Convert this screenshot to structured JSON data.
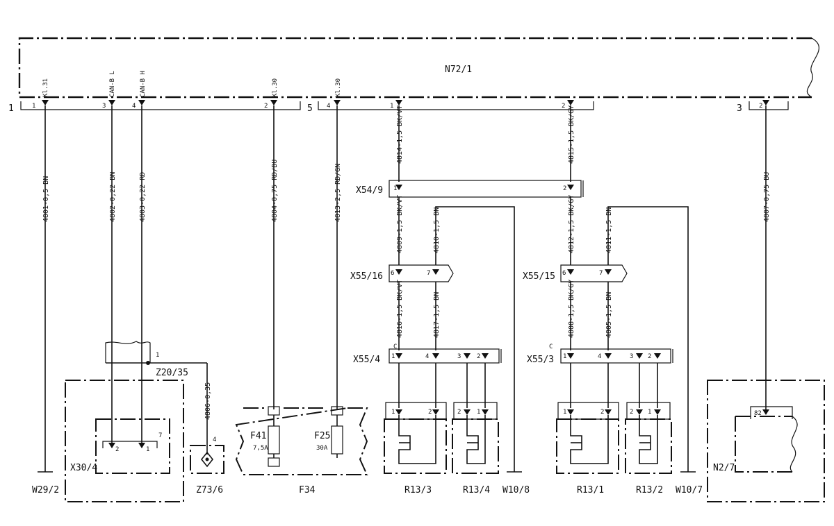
{
  "module": {
    "name": "N72/1"
  },
  "plug_groups": [
    "1",
    "5",
    "3"
  ],
  "pins": [
    {
      "id": "p1",
      "num": "1",
      "sig": "Kl.31"
    },
    {
      "id": "p3",
      "num": "3",
      "sig": "CAN-B L"
    },
    {
      "id": "p4",
      "num": "4",
      "sig": "CAN-B H"
    },
    {
      "id": "p2a",
      "num": "2",
      "sig": "Kl.30"
    },
    {
      "id": "p4b",
      "num": "4",
      "sig": "Kl.30"
    },
    {
      "id": "p1b",
      "num": "1",
      "sig": ""
    },
    {
      "id": "p2b",
      "num": "2",
      "sig": ""
    },
    {
      "id": "p2c",
      "num": "2",
      "sig": ""
    }
  ],
  "wires": [
    "4801-0,5 BN",
    "4802-0,22 BN",
    "4803-0,22 RD",
    "4804-0,75 RD/BU",
    "4813-2,5 RD/GN",
    "4814-1,5 BK/VT",
    "4815-1,5 BK/GY",
    "4807-0,75 BU",
    "4809-1,5 BK/VT",
    "4810-1,5 BN",
    "4812-1,5 BK/GY",
    "4811-1,5 BN",
    "4816-1,5 BK/VT",
    "4817-1,5 BN",
    "4808-1,5 BK/GY",
    "4805-1,5 BN",
    "4806-0,35"
  ],
  "connectors": {
    "x54_9": "X54/9",
    "x55_16": "X55/16",
    "x55_15": "X55/15",
    "x55_4": "X55/4",
    "x55_3": "X55/3",
    "z20_35": "Z20/35",
    "c": "C"
  },
  "conn_pins": [
    "1",
    "2",
    "6",
    "7",
    "6",
    "7",
    "1",
    "4",
    "3",
    "2",
    "1",
    "4",
    "3",
    "2",
    "1",
    "2",
    "2",
    "1",
    "1",
    "2",
    "2",
    "1",
    "82",
    "2",
    "1",
    "7",
    "1",
    "4"
  ],
  "fuses": [
    {
      "name": "F41",
      "rating": "7,5A"
    },
    {
      "name": "F25",
      "rating": "30A"
    }
  ],
  "components": [
    "W29/2",
    "X30/4",
    "Z73/6",
    "F34",
    "R13/3",
    "R13/4",
    "W10/8",
    "R13/1",
    "R13/2",
    "W10/7",
    "N2/7"
  ]
}
